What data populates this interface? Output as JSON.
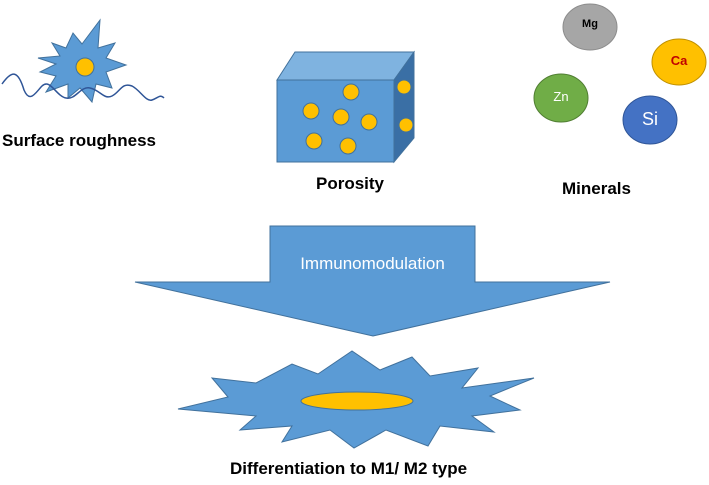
{
  "labels": {
    "surface_roughness": "Surface roughness",
    "porosity": "Porosity",
    "minerals": "Minerals",
    "immunomodulation": "Immunomodulation",
    "differentiation": "Differentiation to M1/ M2 type"
  },
  "minerals": [
    {
      "symbol": "Mg",
      "fill": "#a6a6a6",
      "text_color": "#000000"
    },
    {
      "symbol": "Ca",
      "fill": "#ffc000",
      "text_color": "#c00000"
    },
    {
      "symbol": "Zn",
      "fill": "#70ad47",
      "text_color": "#ffffff"
    },
    {
      "symbol": "Si",
      "fill": "#4472c4",
      "text_color": "#ffffff"
    }
  ],
  "colors": {
    "cell_blue": "#5b9bd5",
    "nucleus_yellow": "#ffc000",
    "outline_blue": "#41719c",
    "cube_front": "#5b9bd5",
    "cube_top": "#7fb3e0",
    "cube_side": "#3a6fa5"
  }
}
